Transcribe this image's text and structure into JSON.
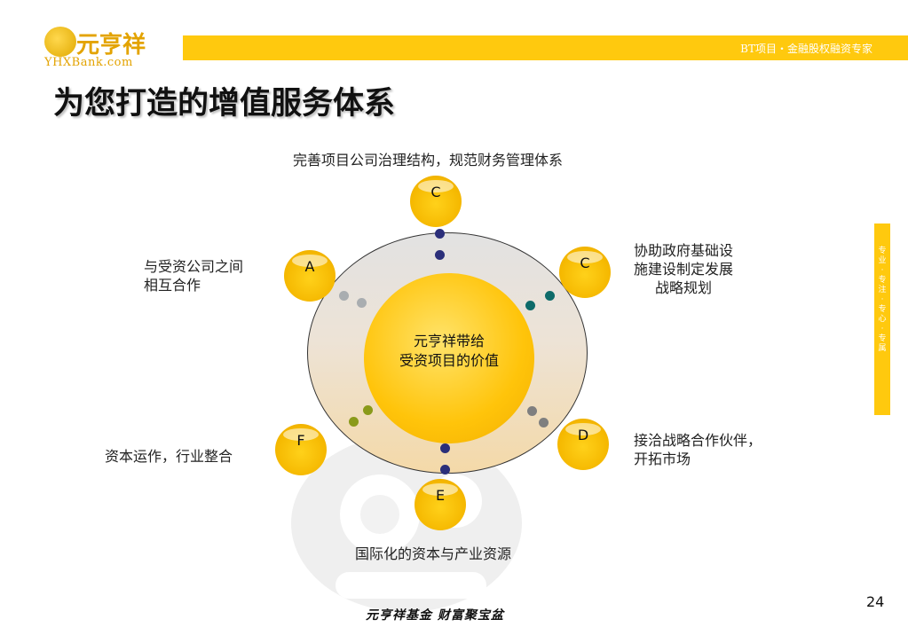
{
  "header": {
    "logo_cn": "元亨祥",
    "logo_en": "YHXBank.com",
    "tagline": "BT项目・金融股权融资专家"
  },
  "title": "为您打造的增值服务体系",
  "side_tab": "专业 · 专注 · 专心 · 专属",
  "diagram": {
    "center": [
      "元亨祥带给",
      "受资项目的价值"
    ],
    "nodes": [
      {
        "letter": "C",
        "label": [
          "完善项目公司治理结构，规范财务管理体系"
        ]
      },
      {
        "letter": "A",
        "label": [
          "与受资公司之间",
          "相互合作"
        ]
      },
      {
        "letter": "C",
        "label": [
          "协助政府基础设",
          "施建设制定发展",
          "战略规划"
        ]
      },
      {
        "letter": "D",
        "label": [
          "接洽战略合作伙伴，",
          "开拓市场"
        ]
      },
      {
        "letter": "E",
        "label": [
          "国际化的资本与产业资源"
        ]
      },
      {
        "letter": "F",
        "label": [
          "资本运作，行业整合"
        ]
      }
    ],
    "connector_colors": {
      "top": "#2B2F7A",
      "left": "#A9ADB0",
      "right": "#0E6B6A",
      "lower_right": "#7F7F7F",
      "lower_left": "#8A9A1A",
      "bottom": "#2B2F7A"
    }
  },
  "footer": {
    "slogan": "元亨祥基金 财富聚宝盆",
    "page_number": "24"
  }
}
